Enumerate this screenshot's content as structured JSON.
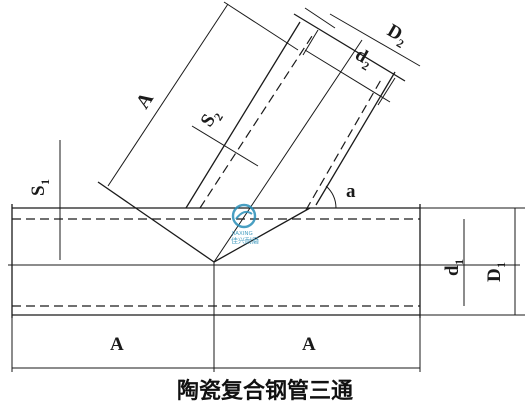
{
  "labels": {
    "a_branch": "A",
    "s2": "S",
    "s2_sub": "2",
    "d2_outer": "D",
    "d2_outer_sub": "2",
    "d2_inner": "d",
    "d2_inner_sub": "2",
    "angle": "a",
    "s1": "S",
    "s1_sub": "1",
    "d1_inner": "d",
    "d1_inner_sub": "1",
    "d1_outer": "D",
    "d1_outer_sub": "1",
    "a_left": "A",
    "a_right": "A"
  },
  "caption": "陶瓷复合钢管三通",
  "watermark": {
    "line1": "JIAXING",
    "line2": "佳兴耐磨"
  },
  "colors": {
    "line": "#1a1a1a",
    "watermark": "#2a8fb8"
  }
}
